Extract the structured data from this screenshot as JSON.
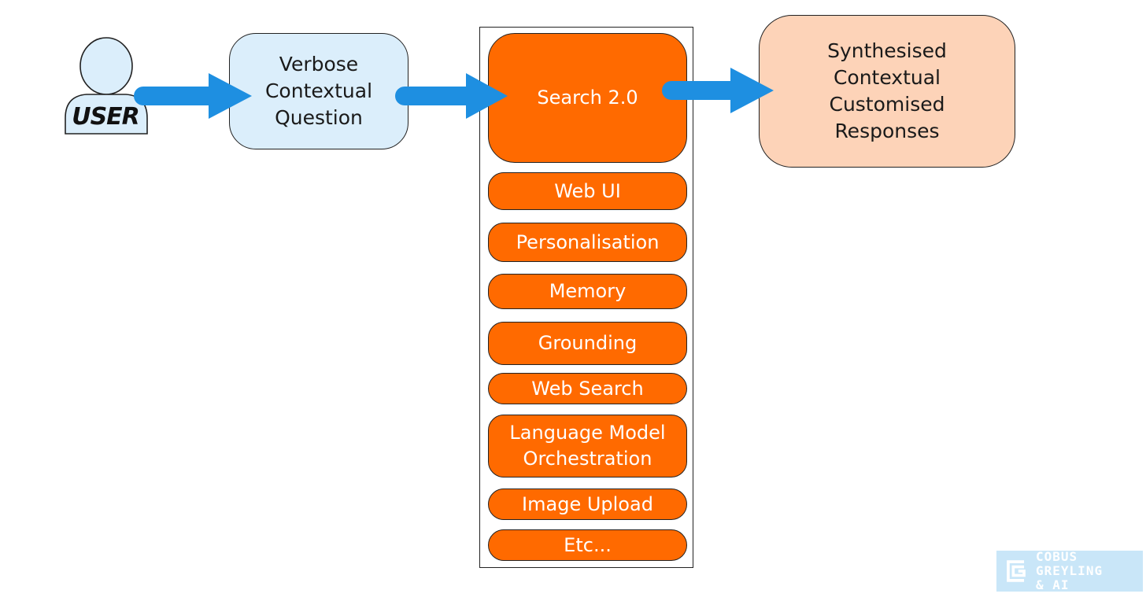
{
  "user": {
    "label": "USER"
  },
  "question": {
    "text": "Verbose\nContextual\nQuestion"
  },
  "search": {
    "title": "Search 2.0",
    "components": [
      "Web UI",
      "Personalisation",
      "Memory",
      "Grounding",
      "Web Search",
      "Language Model\nOrchestration",
      "Image Upload",
      "Etc..."
    ]
  },
  "response": {
    "text": "Synthesised\nContextual\nCustomised\nResponses"
  },
  "logo": {
    "text": "COBUS GREYLING\n& AI"
  },
  "colors": {
    "search_orange": "#ff6a00",
    "question_blue": "#dbeefb",
    "response_peach": "#fdd3b8",
    "arrow_blue": "#1e8fe1",
    "logo_blue": "#c9e6f8"
  }
}
